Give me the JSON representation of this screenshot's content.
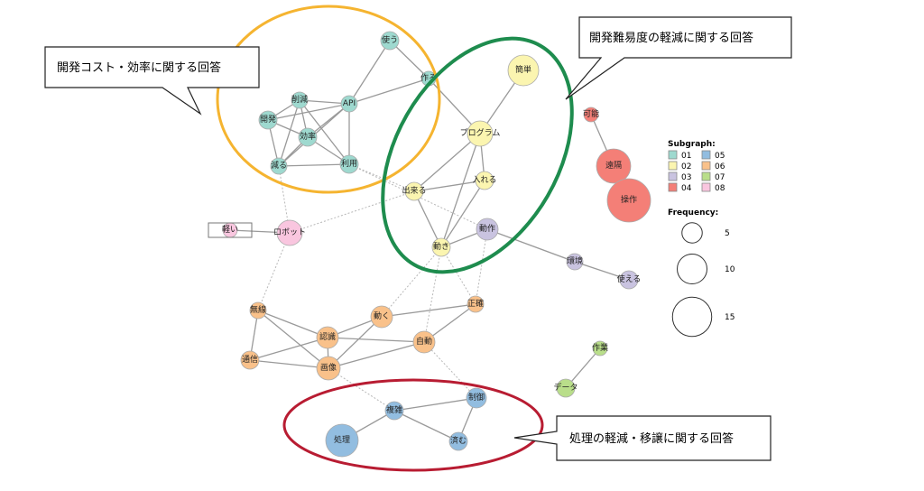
{
  "callouts": [
    {
      "id": "cost",
      "text": "開発コスト・効率に関する回答"
    },
    {
      "id": "difficulty",
      "text": "開発難易度の軽減に関する回答"
    },
    {
      "id": "processing",
      "text": "処理の軽減・移譲に関する回答"
    }
  ],
  "legend": {
    "subgraph_title": "Subgraph:",
    "frequency_title": "Frequency:",
    "groups": [
      {
        "label": "01",
        "color": "#9ed9cf"
      },
      {
        "label": "02",
        "color": "#fbf5b0"
      },
      {
        "label": "03",
        "color": "#c9c3e0"
      },
      {
        "label": "04",
        "color": "#f47f77"
      },
      {
        "label": "05",
        "color": "#92bde0"
      },
      {
        "label": "06",
        "color": "#f9c18a"
      },
      {
        "label": "07",
        "color": "#b9de8a"
      },
      {
        "label": "08",
        "color": "#f9c6df"
      }
    ],
    "sizes": [
      {
        "label": "5",
        "value": 5
      },
      {
        "label": "10",
        "value": 10
      },
      {
        "label": "15",
        "value": 15
      }
    ]
  },
  "nodes": [
    {
      "id": "使う",
      "label": "使う",
      "group": "01"
    },
    {
      "id": "作る",
      "label": "作る",
      "group": "01"
    },
    {
      "id": "削減",
      "label": "削減",
      "group": "01"
    },
    {
      "id": "API",
      "label": "API",
      "group": "01"
    },
    {
      "id": "開発",
      "label": "開発",
      "group": "01"
    },
    {
      "id": "効率",
      "label": "効率",
      "group": "01"
    },
    {
      "id": "減る",
      "label": "減る",
      "group": "01"
    },
    {
      "id": "利用",
      "label": "利用",
      "group": "01"
    },
    {
      "id": "簡単",
      "label": "簡単",
      "group": "02"
    },
    {
      "id": "プログラム",
      "label": "プログラム",
      "group": "02"
    },
    {
      "id": "入れる",
      "label": "入れる",
      "group": "02"
    },
    {
      "id": "出来る",
      "label": "出来る",
      "group": "02"
    },
    {
      "id": "動き",
      "label": "動き",
      "group": "02"
    },
    {
      "id": "動作",
      "label": "動作",
      "group": "03"
    },
    {
      "id": "環境",
      "label": "環境",
      "group": "03"
    },
    {
      "id": "使える",
      "label": "使える",
      "group": "03"
    },
    {
      "id": "可能",
      "label": "可能",
      "group": "04"
    },
    {
      "id": "遠隔",
      "label": "遠隔",
      "group": "04"
    },
    {
      "id": "操作",
      "label": "操作",
      "group": "04"
    },
    {
      "id": "軽い",
      "label": "軽い",
      "group": "08"
    },
    {
      "id": "ロボット",
      "label": "ロボット",
      "group": "08"
    },
    {
      "id": "無線",
      "label": "無線",
      "group": "06"
    },
    {
      "id": "認識",
      "label": "認識",
      "group": "06"
    },
    {
      "id": "動く",
      "label": "動く",
      "group": "06"
    },
    {
      "id": "正確",
      "label": "正確",
      "group": "06"
    },
    {
      "id": "自動",
      "label": "自動",
      "group": "06"
    },
    {
      "id": "通信",
      "label": "通信",
      "group": "06"
    },
    {
      "id": "画像",
      "label": "画像",
      "group": "06"
    },
    {
      "id": "作業",
      "label": "作業",
      "group": "07"
    },
    {
      "id": "データ",
      "label": "データ",
      "group": "07"
    },
    {
      "id": "複雑",
      "label": "複雑",
      "group": "05"
    },
    {
      "id": "制御",
      "label": "制御",
      "group": "05"
    },
    {
      "id": "処理",
      "label": "処理",
      "group": "05"
    },
    {
      "id": "済む",
      "label": "済む",
      "group": "05"
    }
  ],
  "edges": [
    [
      "使う",
      "作る",
      0
    ],
    [
      "使う",
      "API",
      0
    ],
    [
      "作る",
      "API",
      0
    ],
    [
      "作る",
      "プログラム",
      0
    ],
    [
      "削減",
      "API",
      0
    ],
    [
      "削減",
      "開発",
      0
    ],
    [
      "削減",
      "効率",
      0
    ],
    [
      "削減",
      "減る",
      0
    ],
    [
      "削減",
      "利用",
      0
    ],
    [
      "API",
      "効率",
      0
    ],
    [
      "API",
      "開発",
      0
    ],
    [
      "API",
      "利用",
      0
    ],
    [
      "API",
      "減る",
      0
    ],
    [
      "開発",
      "効率",
      0
    ],
    [
      "開発",
      "減る",
      0
    ],
    [
      "効率",
      "減る",
      0
    ],
    [
      "効率",
      "利用",
      0
    ],
    [
      "減る",
      "利用",
      0
    ],
    [
      "簡単",
      "プログラム",
      0
    ],
    [
      "プログラム",
      "出来る",
      0
    ],
    [
      "プログラム",
      "入れる",
      0
    ],
    [
      "プログラム",
      "動き",
      0
    ],
    [
      "入れる",
      "出来る",
      0
    ],
    [
      "入れる",
      "動き",
      0
    ],
    [
      "出来る",
      "動き",
      0
    ],
    [
      "動き",
      "動作",
      0
    ],
    [
      "動作",
      "環境",
      0
    ],
    [
      "環境",
      "使える",
      0
    ],
    [
      "可能",
      "遠隔",
      0
    ],
    [
      "遠隔",
      "操作",
      0
    ],
    [
      "軽い",
      "ロボット",
      0
    ],
    [
      "無線",
      "認識",
      0
    ],
    [
      "無線",
      "通信",
      0
    ],
    [
      "無線",
      "画像",
      0
    ],
    [
      "認識",
      "通信",
      0
    ],
    [
      "認識",
      "画像",
      0
    ],
    [
      "認識",
      "動く",
      0
    ],
    [
      "認識",
      "自動",
      0
    ],
    [
      "動く",
      "画像",
      0
    ],
    [
      "動く",
      "正確",
      0
    ],
    [
      "画像",
      "自動",
      0
    ],
    [
      "通信",
      "画像",
      0
    ],
    [
      "正確",
      "自動",
      0
    ],
    [
      "作業",
      "データ",
      0
    ],
    [
      "複雑",
      "制御",
      0
    ],
    [
      "複雑",
      "処理",
      0
    ],
    [
      "複雑",
      "済む",
      0
    ],
    [
      "制御",
      "済む",
      0
    ],
    [
      "減る",
      "ロボット",
      1
    ],
    [
      "利用",
      "出来る",
      1
    ],
    [
      "利用",
      "動作",
      1
    ],
    [
      "ロボット",
      "出来る",
      1
    ],
    [
      "ロボット",
      "無線",
      1
    ],
    [
      "動き",
      "動く",
      1
    ],
    [
      "動き",
      "正確",
      1
    ],
    [
      "動作",
      "正確",
      1
    ],
    [
      "動き",
      "自動",
      1
    ],
    [
      "画像",
      "複雑",
      1
    ],
    [
      "自動",
      "制御",
      1
    ]
  ]
}
